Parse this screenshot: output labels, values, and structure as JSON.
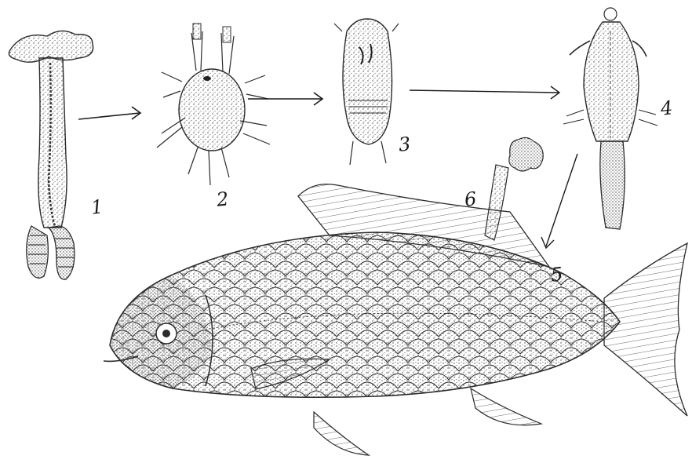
{
  "diagram": {
    "stages": [
      {
        "id": "1",
        "label": "1"
      },
      {
        "id": "2",
        "label": "2"
      },
      {
        "id": "3",
        "label": "3"
      },
      {
        "id": "4",
        "label": "4"
      },
      {
        "id": "5",
        "label": "5"
      },
      {
        "id": "6",
        "label": "6"
      }
    ],
    "colors": {
      "ink": "#2a2a2a",
      "stipple": "#555555",
      "background": "#ffffff"
    }
  }
}
